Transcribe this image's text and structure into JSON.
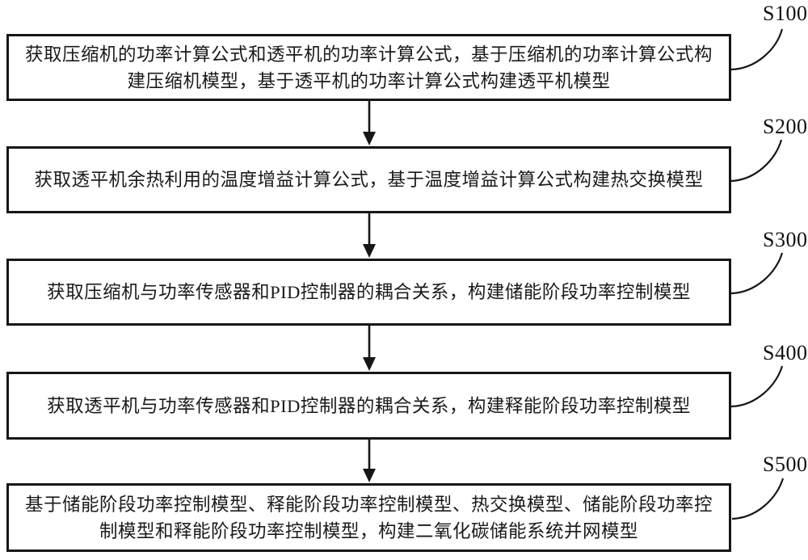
{
  "figure": {
    "background_color": "#ffffff",
    "line_color": "#161616",
    "type": "flowchart"
  },
  "steps": [
    {
      "label": "S100",
      "text": "获取压缩机的功率计算公式和透平机的功率计算公式，基于压缩机的功率计算公式构建压缩机模型，基于透平机的功率计算公式构建透平机模型"
    },
    {
      "label": "S200",
      "text": "获取透平机余热利用的温度增益计算公式，基于温度增益计算公式构建热交换模型"
    },
    {
      "label": "S300",
      "text": "获取压缩机与功率传感器和PID控制器的耦合关系，构建储能阶段功率控制模型"
    },
    {
      "label": "S400",
      "text": "获取透平机与功率传感器和PID控制器的耦合关系，构建释能阶段功率控制模型"
    },
    {
      "label": "S500",
      "text": "基于储能阶段功率控制模型、释能阶段功率控制模型、热交换模型、储能阶段功率控制模型和释能阶段功率控制模型，构建二氧化碳储能系统并网模型"
    }
  ]
}
